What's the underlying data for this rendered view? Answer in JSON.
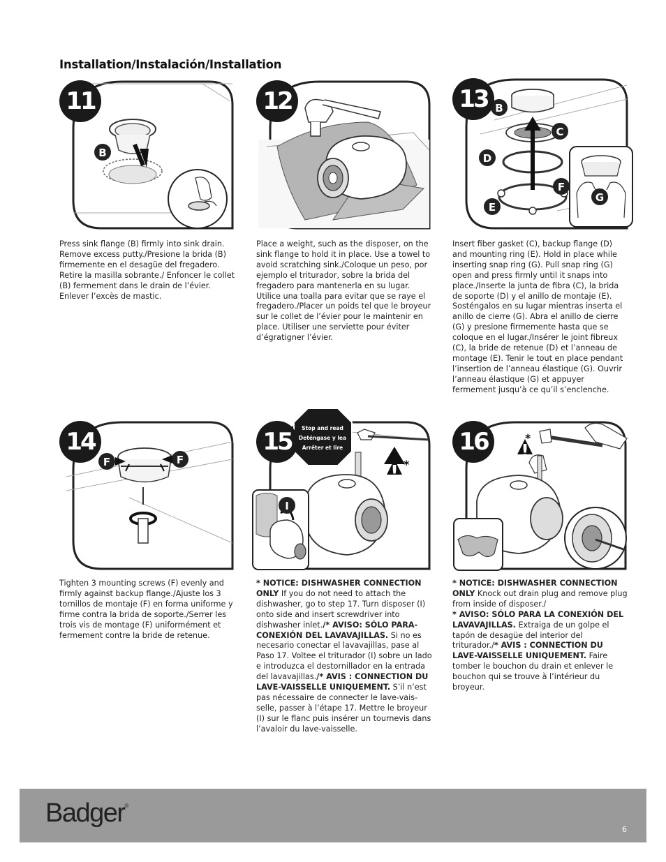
{
  "heading": "Installation/Instalación/Installation",
  "steps": [
    {
      "number": "11",
      "callouts": [
        "B"
      ],
      "text": "Press sink flange (B) firmly into sink drain. Remove excess putty./Presione la brida (B) firmemente en el desagüe del fregadero. Retire la masilla sobrante./ Enfoncer le collet (B) fermement dans le drain de l’évier. Enlever l’excès de mastic."
    },
    {
      "number": "12",
      "callouts": [],
      "text": "Place a weight, such as the disposer, on the sink flange to hold it in place. Use a towel to avoid scratching sink./Coloque un peso, por ejemplo el triturador, sobre la brida del fregadero para mantenerla en su lugar. Utilice una toalla para evitar que se raye el fregadero./Placer un poids tel que le broyeur sur le collet de l’évier pour le maintenir en place. Utiliser une serviette pour éviter d’égratigner l’évier."
    },
    {
      "number": "13",
      "callouts": [
        "B",
        "C",
        "D",
        "F",
        "E",
        "G"
      ],
      "text": "Insert fiber gasket (C), backup flange (D) and mounting ring (E). Hold in place while inserting snap ring (G). Pull snap ring (G) open and press firmly until it snaps into place./Inserte la junta de fibra (C), la brida de soporte (D) y el anillo de montaje (E). Sosténgalos en su lugar mientras inserta el anillo de cierre (G). Abra el anillo de cierre (G) y presione firmemente hasta que se coloque en el lugar./Insérer le joint fibreux (C), la bride de retenue (D) et l’anneau de montage (E). Tenir le tout en place pendant l’insertion de l’anneau élastique (G). Ouvrir l’anneau élastique (G) et appuyer fermement jusqu’à ce qu’il s’enclenche."
    },
    {
      "number": "14",
      "callouts": [
        "F",
        "F"
      ],
      "text": "Tighten 3 mounting screws (F) evenly and firmly against backup flange./Ajuste los 3 tornillos de montaje (F) en forma uniforme y firme contra la brida de soporte./Serrer les trois vis de montage (F) uniformément et fermement contre la bride de retenue."
    },
    {
      "number": "15",
      "callouts": [
        "I"
      ],
      "stop_sign": [
        "Stop and read",
        "Deténgase y lea",
        "Arrêter et lire"
      ],
      "warning_mark": "!",
      "asterisk": "*",
      "text_segments": [
        {
          "t": "* NOTICE: DISHWASHER CONNECTION ONLY",
          "b": true
        },
        {
          "t": " If you do not need to attach the dishwasher, go to step 17. Turn disposer (I) onto side and insert screwdriver into dishwasher inlet.",
          "b": false
        },
        {
          "t": "/* AVISO: SÓLO PARA-CONEXIÓN DEL LAVAVAJILLAS.",
          "b": true
        },
        {
          "t": " Si no es necesario conectar el lavavajillas, pase al Paso 17. Voltee el triturador (I) sobre un lado e introduzca el destornillador en la entrada del lavavajillas.",
          "b": false
        },
        {
          "t": "/* AVIS : CONNECTION DU LAVE-VAISSELLE UNIQUEMENT.",
          "b": true
        },
        {
          "t": " S’il n’est pas nécessaire de connecter le lave-vais-selle, passer à l’étape 17. Mettre le broyeur (I) sur le flanc puis insérer un tournevis dans l’avaloir du lave-vaisselle.",
          "b": false
        }
      ]
    },
    {
      "number": "16",
      "callouts": [],
      "warning_mark": "!",
      "asterisk": "*",
      "text_segments": [
        {
          "t": "* NOTICE: DISHWASHER CONNECTION ONLY",
          "b": true
        },
        {
          "t": " Knock out drain plug and remove plug from inside of disposer./",
          "b": false
        },
        {
          "t": "* AVISO: SÓLO PARA LA CONEXIÓN DEL LAVAVAJILLAS.",
          "b": true
        },
        {
          "t": " Extraiga de un golpe el tapón de desagüe del interior del triturador./",
          "b": false
        },
        {
          "t": "* AVIS : CONNECTION DU LAVE-VAISSELLE UNIQUEMENT.",
          "b": true
        },
        {
          "t": " Faire tomber le bouchon du drain et enlever le bouchon qui se trouve à l’intérieur du broyeur.",
          "b": false
        }
      ]
    }
  ],
  "footer": {
    "brand": "Badger",
    "registered": "®",
    "page_number": "6",
    "bar_color": "#9a9a9a"
  }
}
